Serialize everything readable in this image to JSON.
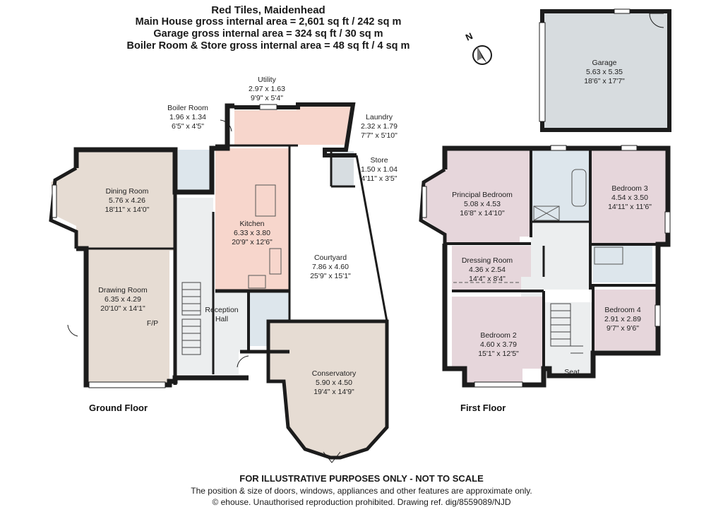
{
  "header": {
    "title": "Red Tiles, Maidenhead",
    "line1": "Main House gross internal area = 2,601 sq ft / 242 sq m",
    "line2": "Garage gross internal area = 324 sq ft / 30 sq m",
    "line3": "Boiler Room & Store gross internal area = 48 sq ft / 4 sq m"
  },
  "compass": {
    "label": "N",
    "icon": "north-arrow-icon"
  },
  "colors": {
    "wall": "#1c1c1c",
    "floor": "#ffffff",
    "dining_drawing": "#e6dcd3",
    "kitchen": "#f7d6cc",
    "utility": "#f7d6cc",
    "wet_rooms": "#dde6ec",
    "store": "#d7dde1",
    "hall": "#eceeef",
    "bedrooms": "#e6d6db",
    "garage": "#d7dcdf"
  },
  "rooms": {
    "garage": {
      "name": "Garage",
      "metric": "5.63 x 5.35",
      "imperial": "18'6\" x 17'7\""
    },
    "utility": {
      "name": "Utility",
      "metric": "2.97 x 1.63",
      "imperial": "9'9\" x 5'4\""
    },
    "boiler": {
      "name": "Boiler Room",
      "metric": "1.96 x 1.34",
      "imperial": "6'5\" x 4'5\""
    },
    "laundry": {
      "name": "Laundry",
      "metric": "2.32 x 1.79",
      "imperial": "7'7\" x 5'10\""
    },
    "store": {
      "name": "Store",
      "metric": "1.50 x 1.04",
      "imperial": "4'11\" x 3'5\""
    },
    "dining": {
      "name": "Dining Room",
      "metric": "5.76 x 4.26",
      "imperial": "18'11\" x 14'0\""
    },
    "kitchen": {
      "name": "Kitchen",
      "metric": "6.33 x 3.80",
      "imperial": "20'9\" x 12'6\""
    },
    "courtyard": {
      "name": "Courtyard",
      "metric": "7.86 x 4.60",
      "imperial": "25'9\" x 15'1\""
    },
    "drawing": {
      "name": "Drawing Room",
      "metric": "6.35 x 4.29",
      "imperial": "20'10\" x 14'1\""
    },
    "fp": "F/P",
    "reception_line1": "Reception",
    "reception_line2": "Hall",
    "conservatory": {
      "name": "Conservatory",
      "metric": "5.90 x 4.50",
      "imperial": "19'4\" x 14'9\""
    },
    "principal": {
      "name": "Principal Bedroom",
      "metric": "5.08 x 4.53",
      "imperial": "16'8\" x 14'10\""
    },
    "bedroom3": {
      "name": "Bedroom 3",
      "metric": "4.54 x 3.50",
      "imperial": "14'11\" x 11'6\""
    },
    "dressing": {
      "name": "Dressing Room",
      "metric": "4.36 x 2.54",
      "imperial": "14'4\" x 8'4\""
    },
    "bedroom4": {
      "name": "Bedroom 4",
      "metric": "2.91 x 2.89",
      "imperial": "9'7\" x 9'6\""
    },
    "bedroom2": {
      "name": "Bedroom 2",
      "metric": "4.60 x 3.79",
      "imperial": "15'1\" x 12'5\""
    },
    "seat": "Seat"
  },
  "floors": {
    "ground": "Ground Floor",
    "first": "First Floor"
  },
  "footer": {
    "disclaimer": "FOR ILLUSTRATIVE PURPOSES ONLY - NOT TO SCALE",
    "note": "The position & size of doors, windows, appliances and other features are approximate only.",
    "copyright": "© ehouse. Unauthorised reproduction prohibited. Drawing ref. dig/8559089/NJD"
  }
}
